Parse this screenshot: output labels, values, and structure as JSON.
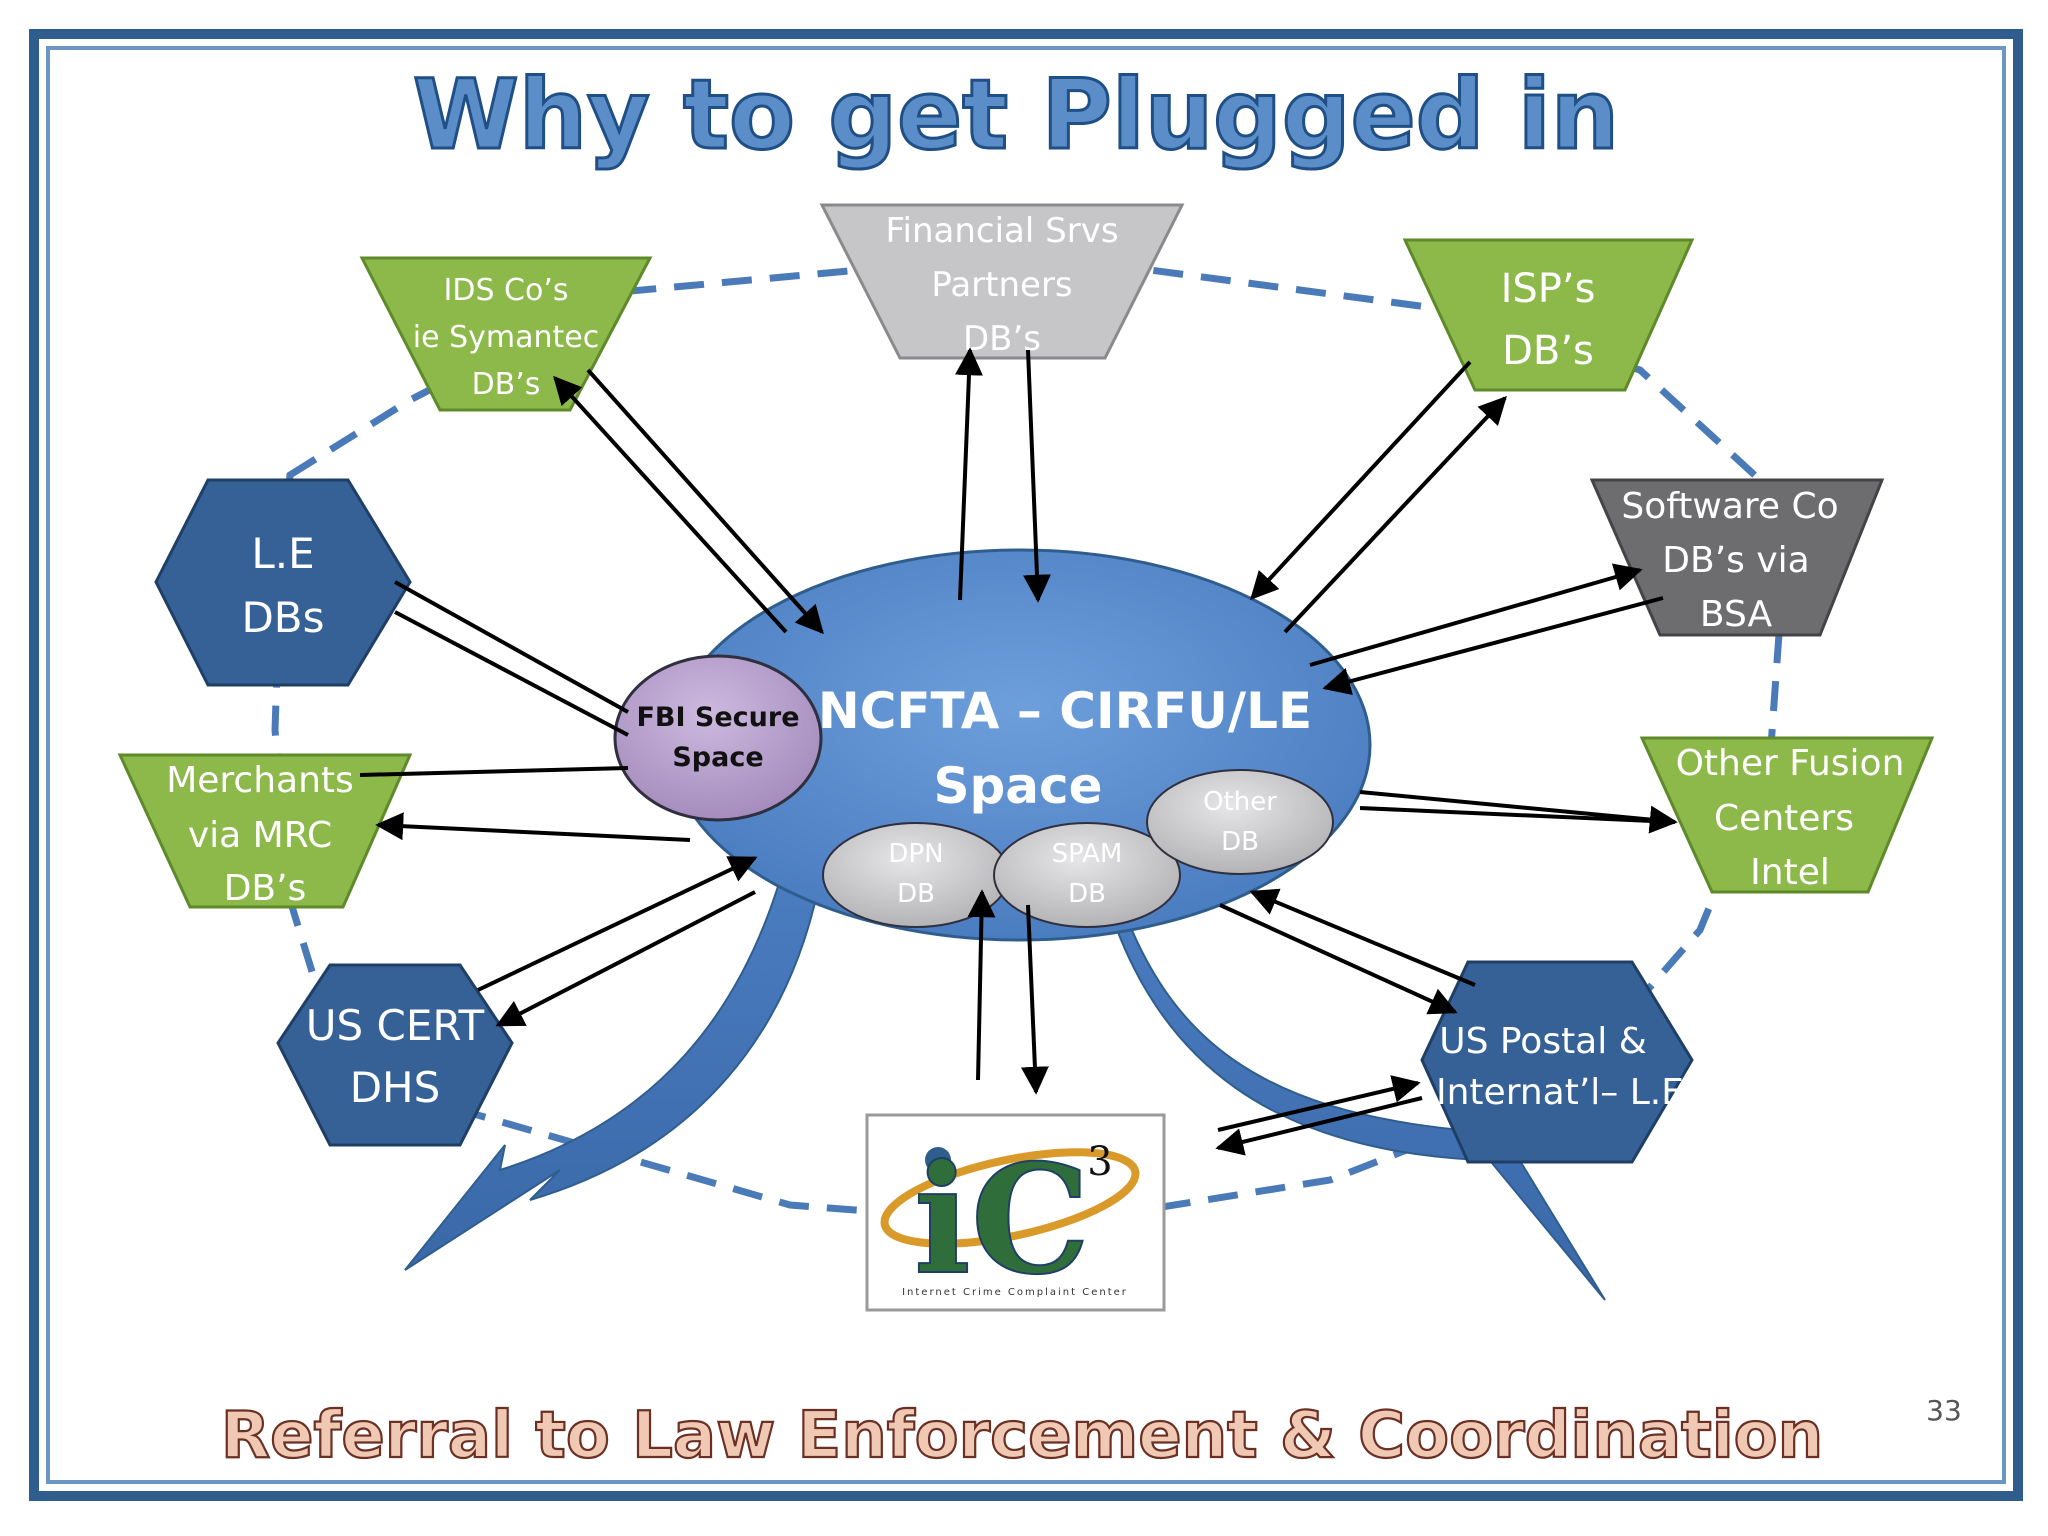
{
  "title": "Why to get Plugged in",
  "footer": "Referral to Law Enforcement & Coordination",
  "page_number": "33",
  "center": {
    "line1": "NCFTA – CIRFU/LE",
    "line2": "Space"
  },
  "fbi": {
    "line1": "FBI Secure",
    "line2": "Space"
  },
  "small_dbs": {
    "dpn": {
      "line1": "DPN",
      "line2": "DB"
    },
    "spam": {
      "line1": "SPAM",
      "line2": "DB"
    },
    "other": {
      "line1": "Other",
      "line2": "DB"
    }
  },
  "nodes": {
    "ids": {
      "lines": [
        "IDS Co’s",
        "ie Symantec",
        "DB’s"
      ]
    },
    "financial": {
      "lines": [
        "Financial Srvs",
        "Partners",
        "DB’s"
      ]
    },
    "isp": {
      "lines": [
        "ISP’s",
        "DB’s"
      ]
    },
    "software": {
      "lines": [
        "Software  Co",
        "DB’s via",
        "BSA"
      ]
    },
    "le": {
      "lines": [
        "L.E",
        "DBs"
      ]
    },
    "merchants": {
      "lines": [
        "Merchants",
        "via MRC",
        "DB’s"
      ]
    },
    "fusion": {
      "lines": [
        "Other Fusion",
        "Centers",
        "Intel"
      ]
    },
    "uscert": {
      "lines": [
        "US CERT",
        "DHS"
      ]
    },
    "postal": {
      "lines": [
        "US Postal &",
        "Internat’l– L.E"
      ]
    }
  },
  "ic3": {
    "logo_mark": "iC",
    "superscript": "3",
    "caption": "Internet Crime Complaint Center"
  },
  "colors": {
    "frame_outer": "#2f5e8e",
    "frame_inner": "#6a96c4",
    "title_fill": "#5b8ec9",
    "title_stroke": "#1f4f84",
    "footer_fill": "#f0c9b4",
    "footer_stroke": "#6b2f24",
    "ellipse": "#5b8ed1",
    "green": "#8db84a",
    "light_gray": "#c6c6c8",
    "dark_gray": "#6d6d70",
    "hex_blue": "#356197",
    "purple": "#b8a2cc",
    "dashed_ring": "#4a7ab8"
  }
}
